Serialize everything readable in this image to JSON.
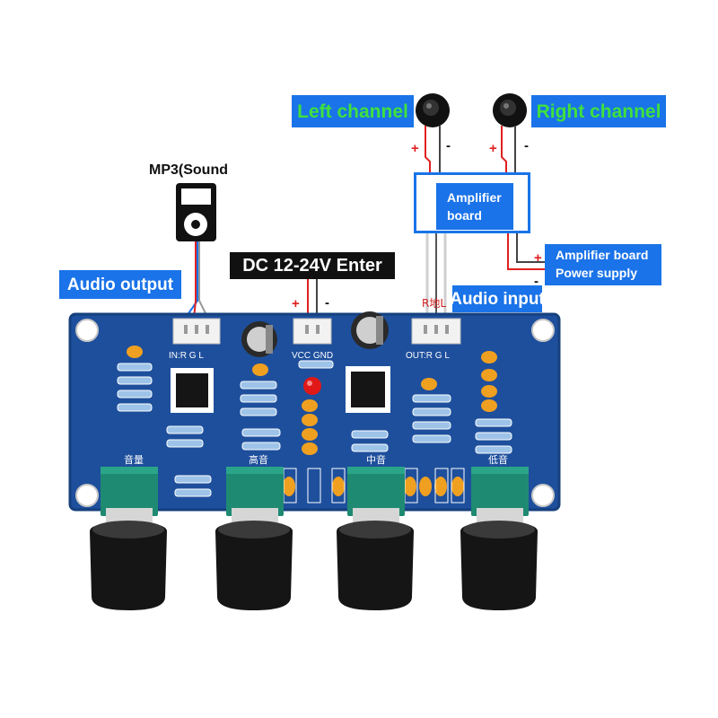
{
  "labels": {
    "left_channel": "Left channel",
    "right_channel": "Right channel",
    "mp3": "MP3(Sound",
    "audio_output": "Audio output",
    "dc_input": "DC 12-24V Enter",
    "audio_input": "Audio input",
    "amplifier_board": [
      "Amplifier",
      "board"
    ],
    "power_supply": [
      "Amplifier board",
      "Power supply"
    ]
  },
  "signs": {
    "plus": "+",
    "minus": "-"
  },
  "pcb": {
    "in_header": "IN:R  G  L",
    "power_header": "VCC  GND",
    "out_header": "OUT:R  G  L",
    "audio_in_pins": "R地L",
    "knobs": [
      "音量",
      "高音",
      "中音",
      "低音"
    ]
  },
  "colors": {
    "label_blue": "#1a73e8",
    "label_green_text": "#3fe03f",
    "pcb_blue": "#1e4f9c",
    "pot_green": "#1f8a72",
    "capacitor_orange": "#f0a020",
    "wire_red": "#e02020"
  }
}
